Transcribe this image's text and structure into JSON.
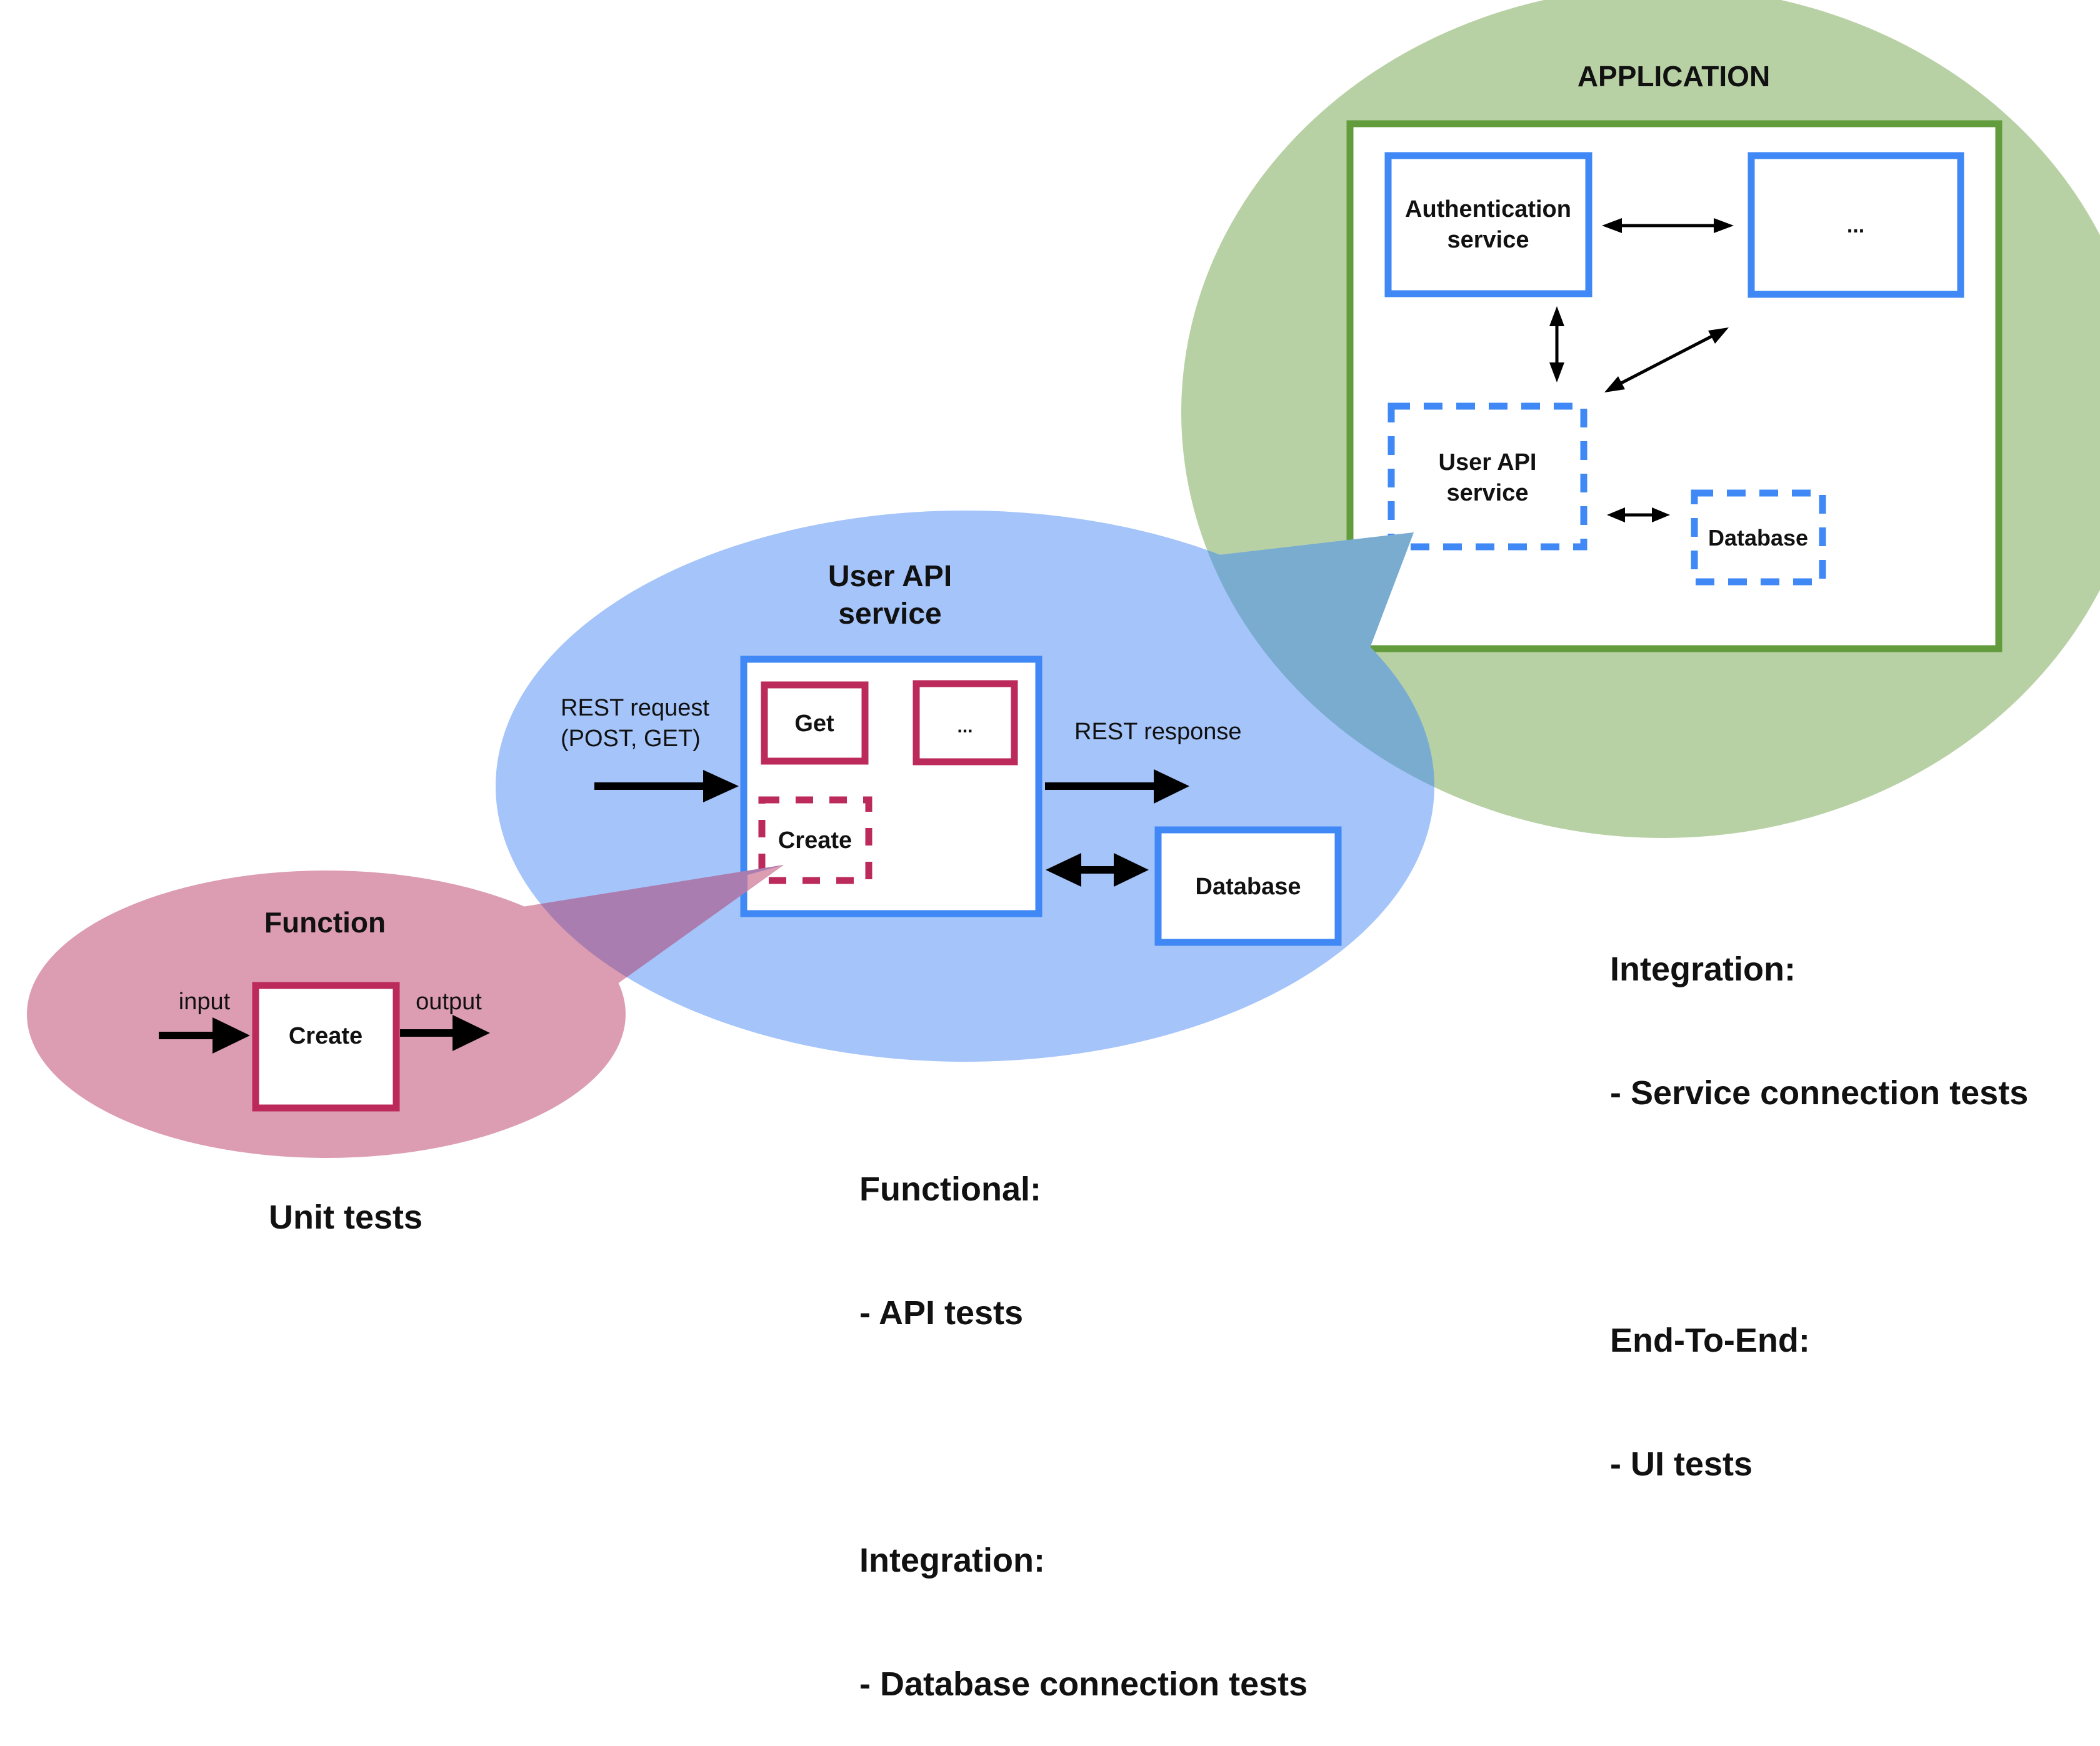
{
  "colors": {
    "pink_region": "#dc9cb2",
    "blue_region": "#a4c4fa",
    "green_region": "#b8d1a4",
    "overlap_blue_green": "#7aaccf",
    "overlap_pink_blue": "#aa7db0",
    "pink_border": "#bb2a5a",
    "blue_border": "#3f88f6",
    "green_border": "#629c3c",
    "arrow": "#000000",
    "box_fill": "#ffffff"
  },
  "unit": {
    "region_title": "Function",
    "box_label": "Create",
    "input_label": "input",
    "output_label": "output",
    "caption": "Unit tests"
  },
  "service": {
    "region_title_line1": "User API",
    "region_title_line2": "service",
    "request_label_line1": "REST request",
    "request_label_line2": "(POST, GET)",
    "response_label": "REST response",
    "endpoints": [
      {
        "label": "Get",
        "style": "solid"
      },
      {
        "label": "...",
        "style": "solid"
      },
      {
        "label": "Create",
        "style": "dashed"
      }
    ],
    "database_label": "Database",
    "captions": [
      {
        "heading": "Functional:",
        "item": "- API tests"
      },
      {
        "heading": "Integration:",
        "item": "- Database connection tests"
      }
    ]
  },
  "application": {
    "region_title": "APPLICATION",
    "auth_line1": "Authentication",
    "auth_line2": "service",
    "other_service_label": "...",
    "user_api_line1": "User API",
    "user_api_line2": "service",
    "database_label": "Database",
    "captions": [
      {
        "heading": "Integration:",
        "item": "- Service connection tests"
      },
      {
        "heading": "End-To-End:",
        "item": "- UI tests"
      }
    ]
  }
}
